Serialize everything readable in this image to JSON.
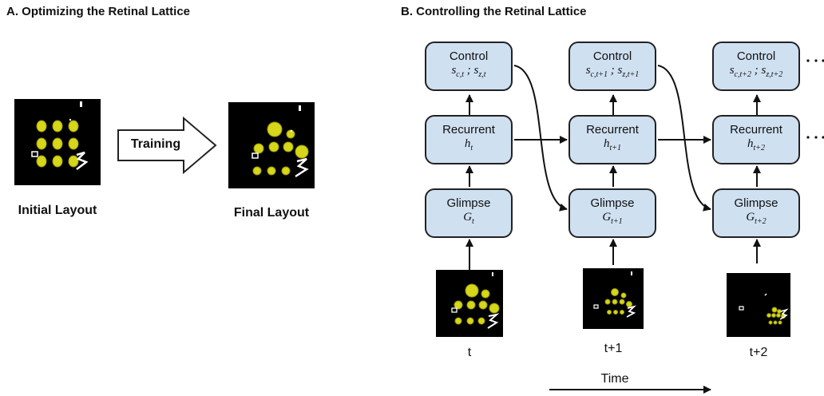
{
  "panel_a": {
    "title": "A. Optimizing the Retinal Lattice",
    "training_label": "Training",
    "initial_caption": "Initial Layout",
    "final_caption": "Final Layout"
  },
  "panel_b": {
    "title": "B. Controlling the Retinal Lattice",
    "node_labels": {
      "control": "Control",
      "recurrent": "Recurrent",
      "glimpse": "Glimpse"
    },
    "steps": [
      {
        "time_label": "t",
        "control_sym": {
          "a": "s",
          "a_sub": "c,t",
          "sep": " ; ",
          "b": "s",
          "b_sub": "z,t"
        },
        "recurrent_sym": {
          "base": "h",
          "sub": "t"
        },
        "glimpse_sym": {
          "base": "G",
          "sub": "t"
        }
      },
      {
        "time_label": "t+1",
        "control_sym": {
          "a": "s",
          "a_sub": "c,t+1",
          "sep": " ; ",
          "b": "s",
          "b_sub": "z,t+1"
        },
        "recurrent_sym": {
          "base": "h",
          "sub": "t+1"
        },
        "glimpse_sym": {
          "base": "G",
          "sub": "t+1"
        }
      },
      {
        "time_label": "t+2",
        "control_sym": {
          "a": "s",
          "a_sub": "c,t+2",
          "sep": " ; ",
          "b": "s",
          "b_sub": "z,t+2"
        },
        "recurrent_sym": {
          "base": "h",
          "sub": "t+2"
        },
        "glimpse_sym": {
          "base": "G",
          "sub": "t+2"
        }
      }
    ],
    "time_axis_label": "Time"
  },
  "colors": {
    "node_fill": "#cfe0f1",
    "node_border": "#222222",
    "retina_dot": "#d6d61a",
    "retina_dot_edge": "#9a9a00",
    "thumb_bg": "#000000"
  }
}
